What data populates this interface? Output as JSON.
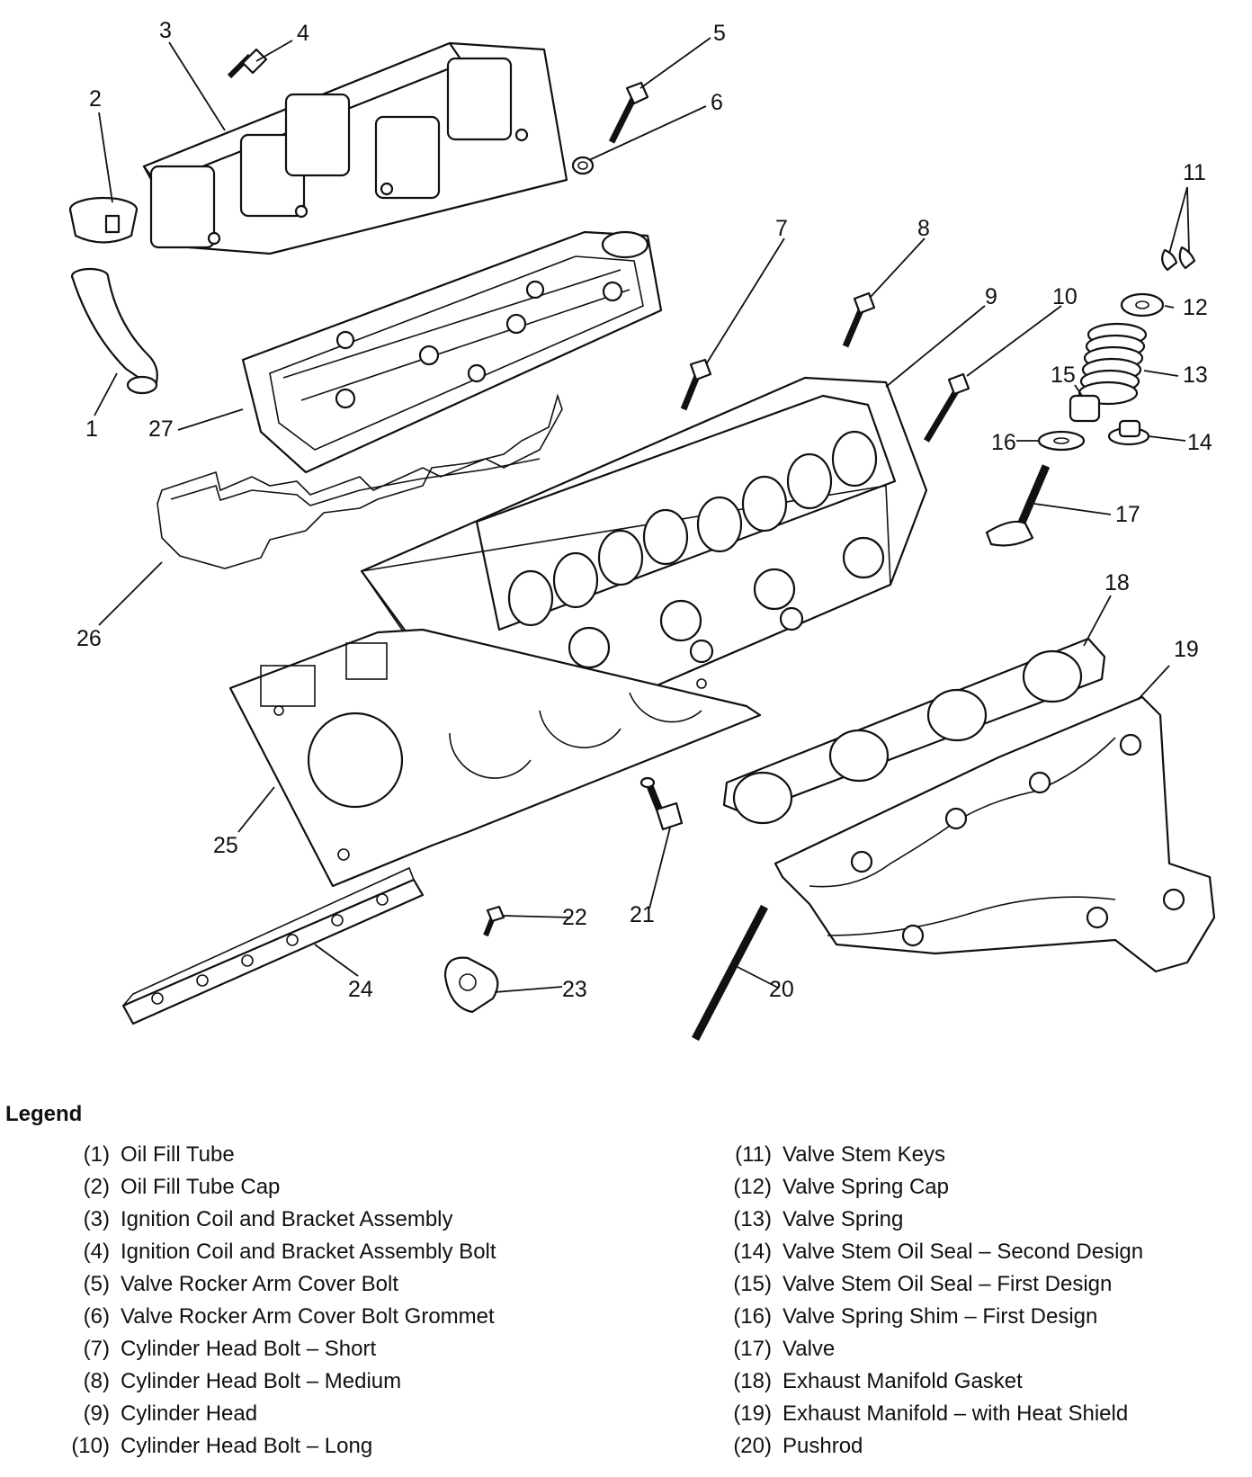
{
  "callouts": [
    "1",
    "2",
    "3",
    "4",
    "5",
    "6",
    "7",
    "8",
    "9",
    "10",
    "11",
    "12",
    "13",
    "14",
    "15",
    "16",
    "17",
    "18",
    "19",
    "20",
    "21",
    "22",
    "23",
    "24",
    "25",
    "26",
    "27"
  ],
  "legend": {
    "title": "Legend",
    "items": [
      {
        "num": "(1)",
        "text": "Oil Fill Tube"
      },
      {
        "num": "(2)",
        "text": "Oil Fill Tube Cap"
      },
      {
        "num": "(3)",
        "text": "Ignition Coil and Bracket Assembly"
      },
      {
        "num": "(4)",
        "text": "Ignition Coil and Bracket Assembly Bolt"
      },
      {
        "num": "(5)",
        "text": "Valve Rocker Arm Cover Bolt"
      },
      {
        "num": "(6)",
        "text": "Valve Rocker Arm Cover Bolt Grommet"
      },
      {
        "num": "(7)",
        "text": "Cylinder Head Bolt – Short"
      },
      {
        "num": "(8)",
        "text": "Cylinder Head Bolt – Medium"
      },
      {
        "num": "(9)",
        "text": "Cylinder Head"
      },
      {
        "num": "(10)",
        "text": "Cylinder Head Bolt – Long"
      },
      {
        "num": "(11)",
        "text": "Valve Stem Keys"
      },
      {
        "num": "(12)",
        "text": "Valve Spring Cap"
      },
      {
        "num": "(13)",
        "text": "Valve Spring"
      },
      {
        "num": "(14)",
        "text": "Valve Stem Oil Seal – Second Design"
      },
      {
        "num": "(15)",
        "text": "Valve Stem Oil Seal – First Design"
      },
      {
        "num": "(16)",
        "text": "Valve Spring Shim – First Design"
      },
      {
        "num": "(17)",
        "text": "Valve"
      },
      {
        "num": "(18)",
        "text": "Exhaust Manifold Gasket"
      },
      {
        "num": "(19)",
        "text": "Exhaust Manifold – with Heat Shield"
      },
      {
        "num": "(20)",
        "text": "Pushrod"
      }
    ]
  }
}
